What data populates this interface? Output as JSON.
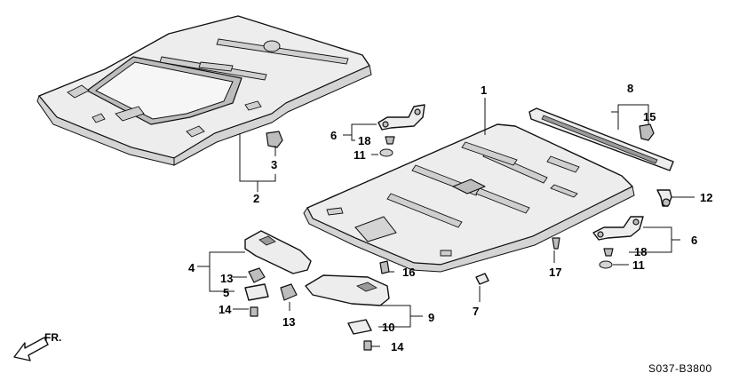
{
  "labels": {
    "n1": "1",
    "n2": "2",
    "n3": "3",
    "n4": "4",
    "n5": "5",
    "n6a": "6",
    "n6b": "6",
    "n7": "7",
    "n8": "8",
    "n9": "9",
    "n10": "10",
    "n11a": "11",
    "n11b": "11",
    "n12": "12",
    "n13a": "13",
    "n13b": "13",
    "n14a": "14",
    "n14b": "14",
    "n15": "15",
    "n16": "16",
    "n17": "17",
    "n18a": "18",
    "n18b": "18"
  },
  "direction": "FR.",
  "diagram_code": "S037-B3800"
}
